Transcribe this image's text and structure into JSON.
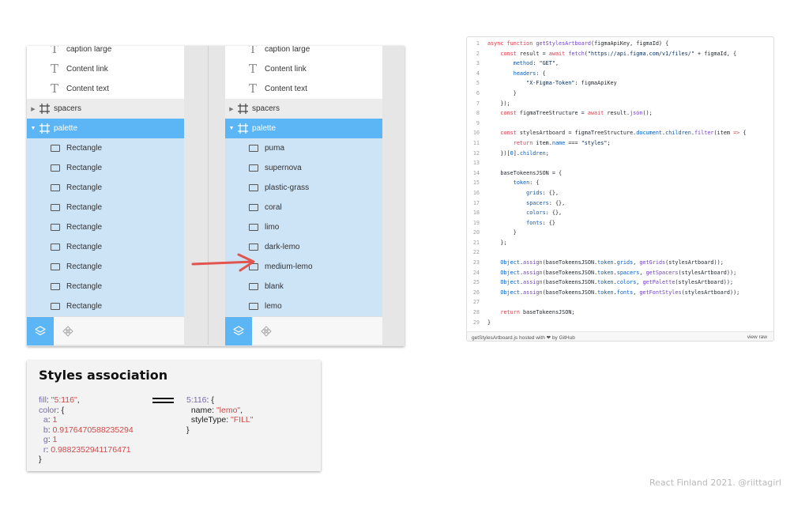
{
  "figma_panels": {
    "left": {
      "text_layers": [
        "caption large",
        "Content link",
        "Content text"
      ],
      "group_collapsed": "spacers",
      "group_expanded": "palette",
      "children": [
        "Rectangle",
        "Rectangle",
        "Rectangle",
        "Rectangle",
        "Rectangle",
        "Rectangle",
        "Rectangle",
        "Rectangle",
        "Rectangle"
      ]
    },
    "right": {
      "text_layers": [
        "caption large",
        "Content link",
        "Content text"
      ],
      "group_collapsed": "spacers",
      "group_expanded": "palette",
      "children": [
        "puma",
        "supernova",
        "plastic-grass",
        "coral",
        "limo",
        "dark-lemo",
        "medium-lemo",
        "blank",
        "lemo"
      ]
    },
    "accent_color": "#5cb5f5",
    "child_row_color": "#cde3f6",
    "arrow_color": "#e05550"
  },
  "gist": {
    "lines": [
      {
        "n": "1",
        "html": "<span class=\"kw\">async</span> <span class=\"kw\">function</span> <span class=\"fn\">getStylesArtboard</span>(figmaApiKey, figmaId) {"
      },
      {
        "n": "2",
        "html": "    <span class=\"kw\">const</span> result = <span class=\"kw\">await</span> <span class=\"fn\">fetch</span>(<span class=\"st\">\"https://api.figma.com/v1/files/\"</span> + figmaId, {"
      },
      {
        "n": "3",
        "html": "        <span class=\"pr\">method</span>: <span class=\"st\">\"GET\"</span>,"
      },
      {
        "n": "4",
        "html": "        <span class=\"pr\">headers</span>: {"
      },
      {
        "n": "5",
        "html": "            <span class=\"st\">\"X-Figma-Token\"</span>: figmaApiKey"
      },
      {
        "n": "6",
        "html": "        }"
      },
      {
        "n": "7",
        "html": "    });"
      },
      {
        "n": "8",
        "html": "    <span class=\"kw\">const</span> figmaTreeStructure = <span class=\"kw\">await</span> result.<span class=\"fn\">json</span>();"
      },
      {
        "n": "9",
        "html": ""
      },
      {
        "n": "10",
        "html": "    <span class=\"kw\">const</span> stylesArtboard = figmaTreeStructure.<span class=\"pr\">document</span>.<span class=\"pr\">children</span>.<span class=\"fn\">filter</span>(item <span class=\"kw\">=&gt;</span> {"
      },
      {
        "n": "11",
        "html": "        <span class=\"kw\">return</span> item.<span class=\"pr\">name</span> === <span class=\"st\">\"styles\"</span>;"
      },
      {
        "n": "12",
        "html": "    })[<span class=\"pr\">0</span>].<span class=\"pr\">children</span>;"
      },
      {
        "n": "13",
        "html": ""
      },
      {
        "n": "14",
        "html": "    baseTokeensJSON = {"
      },
      {
        "n": "15",
        "html": "        <span class=\"pr\">token</span>: {"
      },
      {
        "n": "16",
        "html": "            <span class=\"pr\">grids</span>: {},"
      },
      {
        "n": "17",
        "html": "            <span class=\"pr\">spacers</span>: {},"
      },
      {
        "n": "18",
        "html": "            <span class=\"pr\">colors</span>: {},"
      },
      {
        "n": "19",
        "html": "            <span class=\"pr\">fonts</span>: {}"
      },
      {
        "n": "20",
        "html": "        }"
      },
      {
        "n": "21",
        "html": "    };"
      },
      {
        "n": "22",
        "html": ""
      },
      {
        "n": "23",
        "html": "    <span class=\"pr\">Object</span>.<span class=\"fn\">assign</span>(baseTokeensJSON.<span class=\"pr\">token</span>.<span class=\"pr\">grids</span>, <span class=\"fn\">getGrids</span>(stylesArtboard));"
      },
      {
        "n": "24",
        "html": "    <span class=\"pr\">Object</span>.<span class=\"fn\">assign</span>(baseTokeensJSON.<span class=\"pr\">token</span>.<span class=\"pr\">spacers</span>, <span class=\"fn\">getSpacers</span>(stylesArtboard));"
      },
      {
        "n": "25",
        "html": "    <span class=\"pr\">Object</span>.<span class=\"fn\">assign</span>(baseTokeensJSON.<span class=\"pr\">token</span>.<span class=\"pr\">colors</span>, <span class=\"fn\">getPalette</span>(stylesArtboard));"
      },
      {
        "n": "26",
        "html": "    <span class=\"pr\">Object</span>.<span class=\"fn\">assign</span>(baseTokeensJSON.<span class=\"pr\">token</span>.<span class=\"pr\">fonts</span>, <span class=\"fn\">getFontStyles</span>(stylesArtboard));"
      },
      {
        "n": "27",
        "html": ""
      },
      {
        "n": "28",
        "html": "    <span class=\"kw\">return</span> baseTokeensJSON;"
      },
      {
        "n": "29",
        "html": "}"
      }
    ],
    "footer_left": "getStylesArtboard.js hosted with ❤ by GitHub",
    "footer_right": "view raw"
  },
  "styles_card": {
    "title": "Styles association",
    "left_object": [
      {
        "key": "fill",
        "sep": ": ",
        "val": "\"5:116\"",
        "tail": ","
      },
      {
        "key": "color",
        "sep": ": {",
        "val": "",
        "tail": ""
      },
      {
        "key": "  a",
        "sep": ": ",
        "val": "1",
        "tail": ""
      },
      {
        "key": "  b",
        "sep": ": ",
        "val": "0.9176470588235294",
        "tail": ""
      },
      {
        "key": "  g",
        "sep": ": ",
        "val": "1",
        "tail": ""
      },
      {
        "key": "  r",
        "sep": ": ",
        "val": "0.9882352941176471",
        "tail": ""
      },
      {
        "key": "",
        "sep": "}",
        "val": "",
        "tail": ""
      }
    ],
    "right_object": [
      {
        "key": "5:116",
        "sep": ": {",
        "val": "",
        "tail": ""
      },
      {
        "key": "",
        "sep": "  name: ",
        "val": "\"lemo\"",
        "tail": ","
      },
      {
        "key": "",
        "sep": "  styleType: ",
        "val": "\"FILL\"",
        "tail": ""
      },
      {
        "key": "",
        "sep": "}",
        "val": "",
        "tail": ""
      }
    ]
  },
  "credit": "React Finland 2021. @riittagirl"
}
